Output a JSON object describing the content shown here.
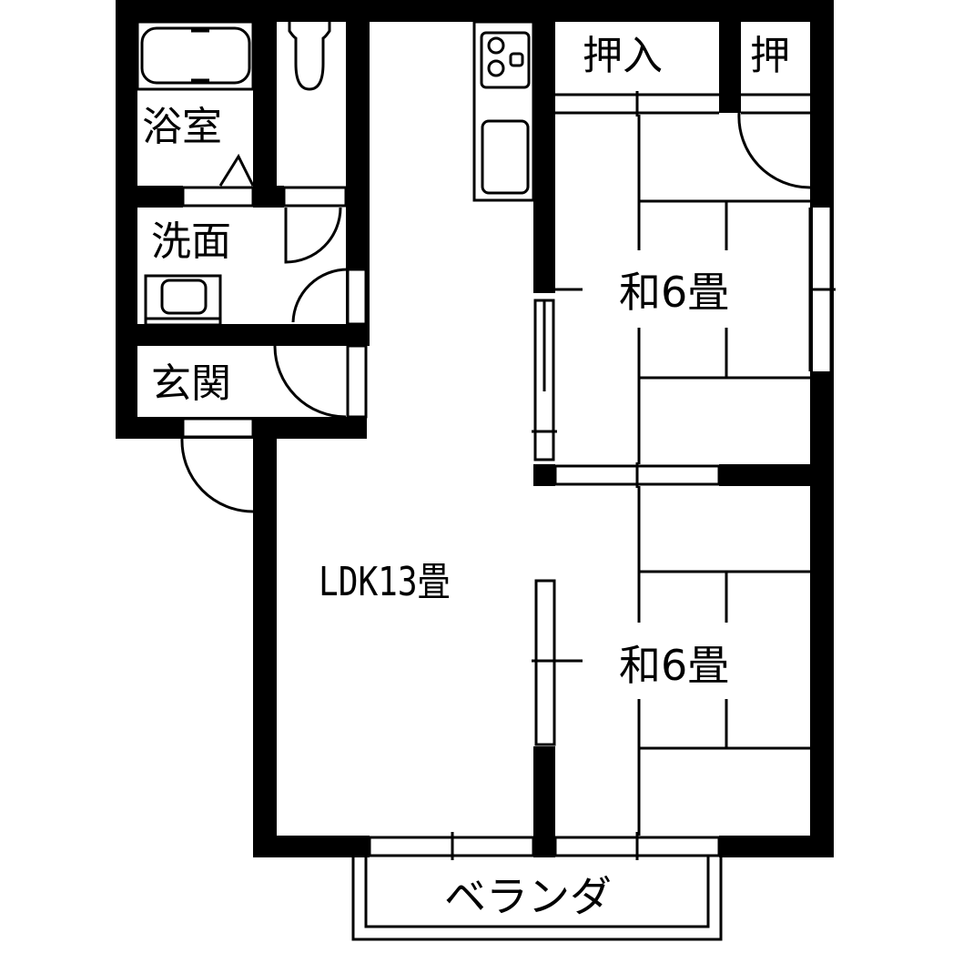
{
  "floor_plan": {
    "title": "",
    "colors": {
      "wall": "#000000",
      "background": "#ffffff",
      "line": "#000000"
    },
    "rooms": {
      "bath": {
        "label": "浴室"
      },
      "washroom": {
        "label": "洗面"
      },
      "entrance": {
        "label": "玄関"
      },
      "ldk": {
        "label": "LDK13畳"
      },
      "closet_main": {
        "label": "押入"
      },
      "closet_small": {
        "label": "押"
      },
      "washitsu_upper": {
        "label": "和6畳"
      },
      "washitsu_lower": {
        "label": "和6畳"
      },
      "veranda": {
        "label": "ベランダ"
      }
    },
    "fixtures": [
      {
        "name": "bathtub"
      },
      {
        "name": "toilet"
      },
      {
        "name": "stove-two-burner"
      },
      {
        "name": "kitchen-sink"
      },
      {
        "name": "wash-basin"
      }
    ]
  }
}
